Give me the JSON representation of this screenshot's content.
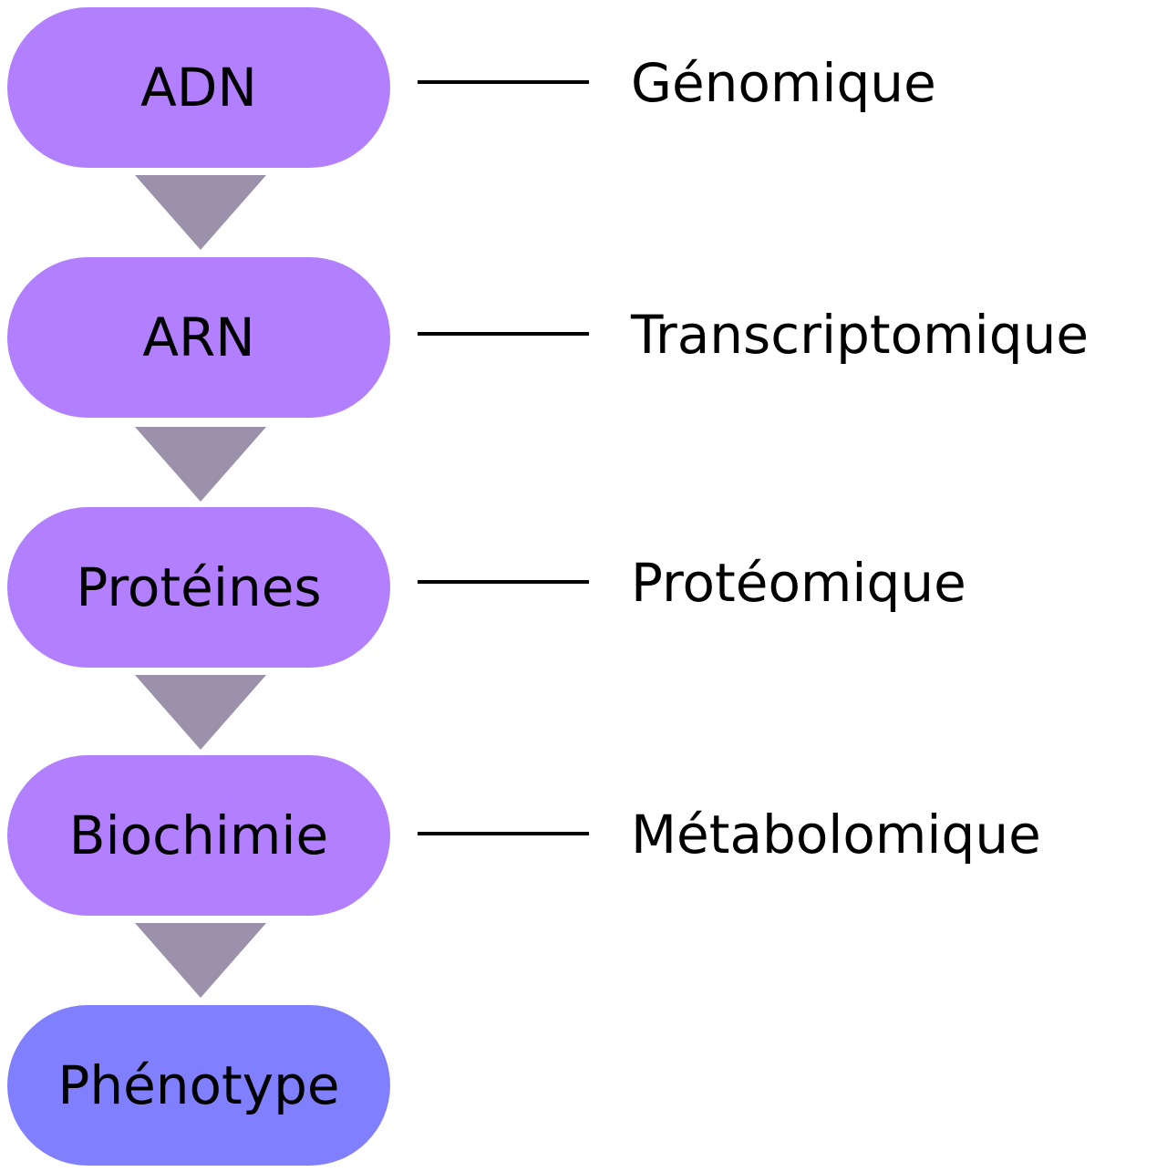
{
  "colors": {
    "pill": "#b280fe",
    "pill_final": "#8080fe",
    "arrow": "#9c91ab",
    "line": "#000000",
    "text": "#000000"
  },
  "flow": [
    {
      "label": "ADN"
    },
    {
      "label": "ARN"
    },
    {
      "label": "Protéines"
    },
    {
      "label": "Biochimie"
    },
    {
      "label": "Phénotype"
    }
  ],
  "omics": [
    {
      "label": "Génomique"
    },
    {
      "label": "Transcriptomique"
    },
    {
      "label": "Protéomique"
    },
    {
      "label": "Métabolomique"
    }
  ]
}
